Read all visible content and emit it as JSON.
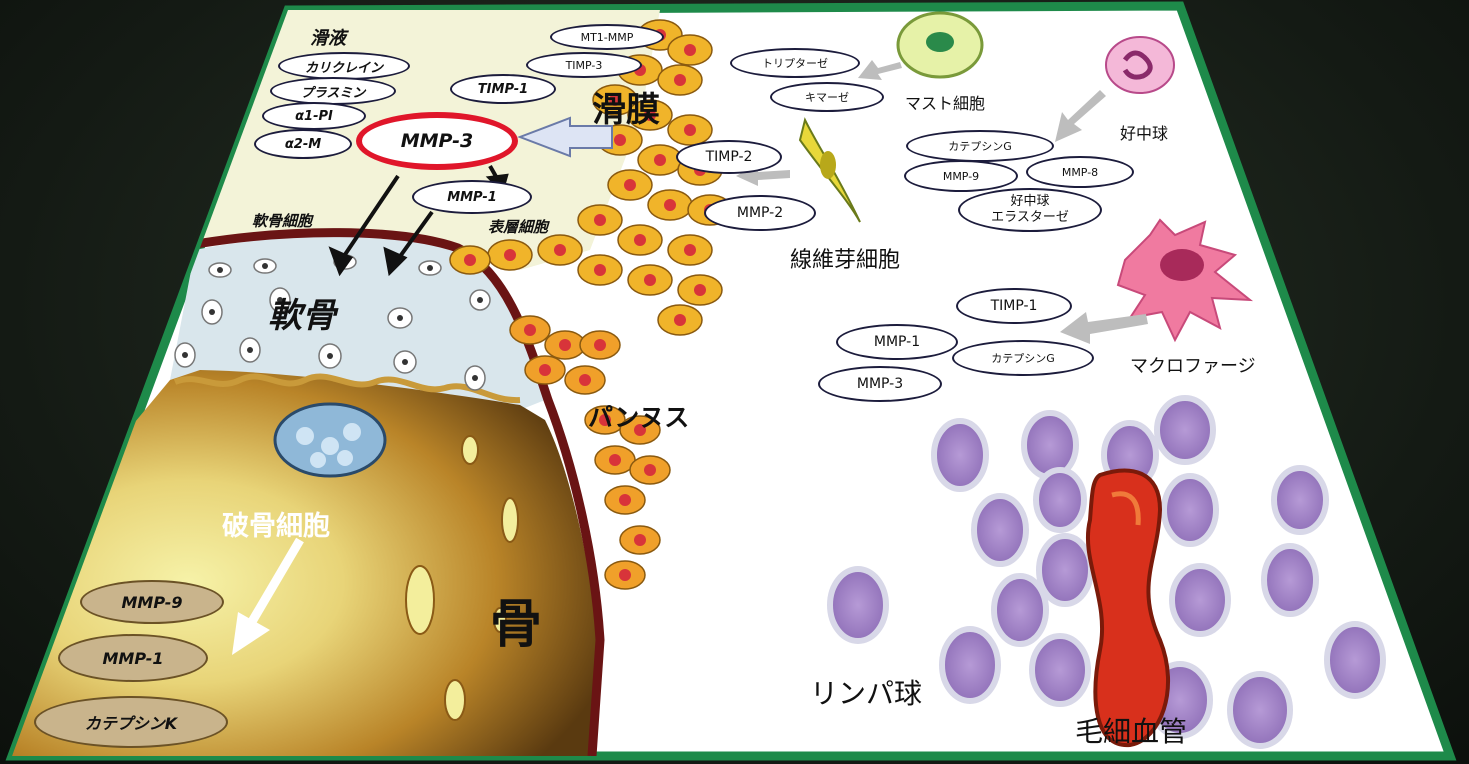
{
  "regions": {
    "synovial_fluid": "滑液",
    "synovium": "滑膜",
    "chondrocyte": "軟骨細胞",
    "cartilage": "軟骨",
    "surface_cells": "表層細胞",
    "pannus": "パンヌス",
    "osteoclast": "破骨細胞",
    "bone": "骨"
  },
  "cells": {
    "mast_cell": "マスト細胞",
    "neutrophil": "好中球",
    "fibroblast": "線維芽細胞",
    "macrophage": "マクロファージ",
    "lymphocyte": "リンパ球",
    "capillary": "毛細血管"
  },
  "fluid_factors": [
    "カリクレイン",
    "プラスミン",
    "α1-PI",
    "α2-M"
  ],
  "synovium_factors": {
    "mt1_mmp": "MT1-MMP",
    "timp3": "TIMP-3",
    "timp1": "TIMP-1",
    "mmp3": "MMP-3",
    "mmp1": "MMP-1"
  },
  "mast_factors": [
    "トリプターゼ",
    "キマーゼ"
  ],
  "fibroblast_factors": [
    "TIMP-2",
    "MMP-2"
  ],
  "neutrophil_factors": {
    "cathepsin_g": "カテプシンG",
    "mmp9": "MMP-9",
    "mmp8": "MMP-8",
    "elastase_line1": "好中球",
    "elastase_line2": "エラスターゼ"
  },
  "macrophage_factors": [
    "TIMP-1",
    "MMP-1",
    "カテプシンG",
    "MMP-3"
  ],
  "osteoclast_factors": [
    "MMP-9",
    "MMP-1",
    "カテプシンK"
  ],
  "colors": {
    "frame": "#1e8a4a",
    "fluid": "#f3f3d8",
    "cartilage": "#d9e6ec",
    "bone": "#b07a24",
    "bone_light": "#f2ec98",
    "synovial_cell": "#f0b42a",
    "nucleus": "#d8343a",
    "highlight_ring": "#e0162a",
    "lymphocyte": "#a68ac8",
    "capillary": "#d8301c",
    "fibroblast": "#e8d83a",
    "macrophage": "#f07aa0"
  },
  "icons": [
    "arrow-icon",
    "cell-icon"
  ]
}
